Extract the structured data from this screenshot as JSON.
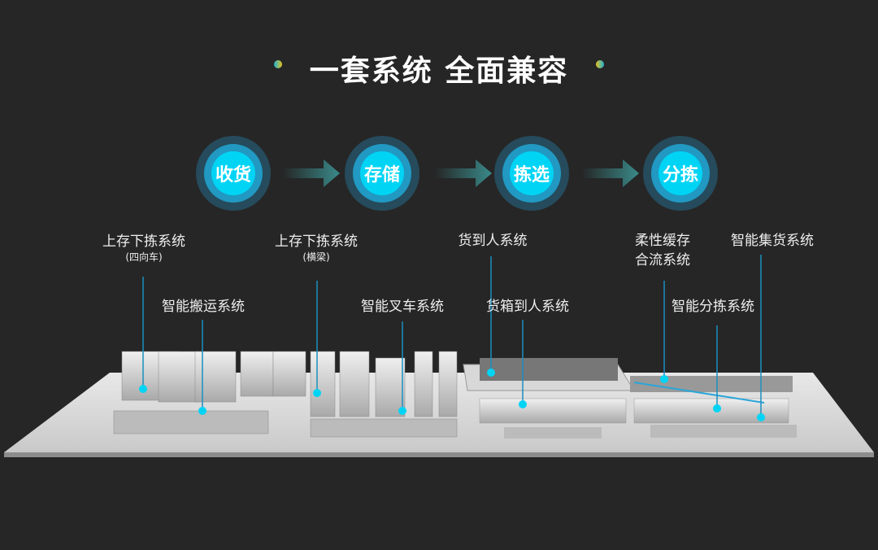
{
  "title": "一套系统  全面兼容",
  "steps": [
    {
      "label": "收货"
    },
    {
      "label": "存储"
    },
    {
      "label": "拣选"
    },
    {
      "label": "分拣"
    }
  ],
  "callouts": [
    {
      "label": "上存下拣系统",
      "sub": "(四向车)"
    },
    {
      "label": "智能搬运系统"
    },
    {
      "label": "上存下拣系统",
      "sub": "(横梁)"
    },
    {
      "label": "智能叉车系统"
    },
    {
      "label": "货到人系统"
    },
    {
      "label": "货箱到人系统"
    },
    {
      "label": "柔性缓存",
      "label2": "合流系统"
    },
    {
      "label": "智能分拣系统"
    },
    {
      "label": "智能集货系统"
    }
  ],
  "colors": {
    "accent": "#00d4f5",
    "background": "#262626",
    "line": "#1a8fc0"
  }
}
